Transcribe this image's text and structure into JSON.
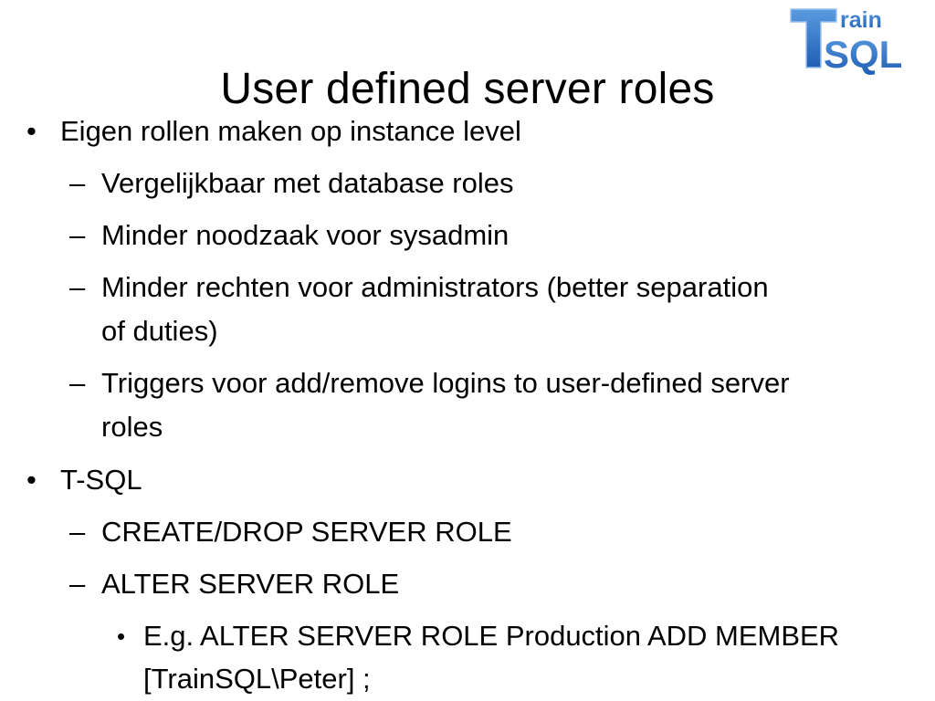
{
  "slide": {
    "title": "User defined server roles",
    "logo": {
      "text_top": "rain",
      "text_letter": "T",
      "text_bottom": "SQL",
      "color": "#2f6fc4"
    },
    "bullets": [
      {
        "level": 1,
        "marker": "•",
        "text": "Eigen rollen maken op instance level"
      },
      {
        "level": 2,
        "marker": "–",
        "text": "Vergelijkbaar met database roles"
      },
      {
        "level": 2,
        "marker": "–",
        "text": "Minder noodzaak voor sysadmin"
      },
      {
        "level": 2,
        "marker": "–",
        "text": "Minder rechten voor administrators (better separation",
        "continuation": "of duties)"
      },
      {
        "level": 2,
        "marker": "–",
        "text": "Triggers voor add/remove logins to user-defined server",
        "continuation": "roles"
      },
      {
        "level": 1,
        "marker": "•",
        "text": "T-SQL"
      },
      {
        "level": 2,
        "marker": "–",
        "text": "CREATE/DROP SERVER ROLE"
      },
      {
        "level": 2,
        "marker": "–",
        "text": "ALTER SERVER ROLE"
      },
      {
        "level": 3,
        "marker": "•",
        "text": "E.g. ALTER SERVER ROLE Production ADD MEMBER",
        "continuation": "[TrainSQL\\Peter] ;"
      }
    ]
  }
}
